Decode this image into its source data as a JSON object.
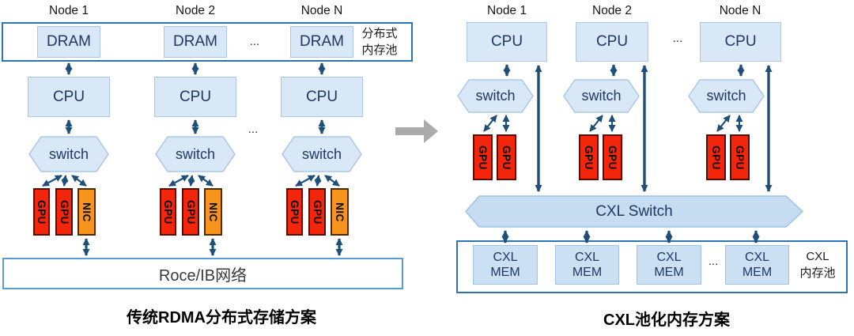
{
  "left": {
    "caption": "传统RDMA分布式存储方案",
    "node_labels": [
      "Node 1",
      "Node 2",
      "Node N"
    ],
    "ellipsis": "...",
    "pool": {
      "line1": "分布式",
      "line2": "内存池"
    },
    "dram_label": "DRAM",
    "cpu_label": "CPU",
    "switch_label": "switch",
    "gpu_label": "GPU",
    "nic_label": "NIC",
    "network_label": "Roce/IB网络"
  },
  "right": {
    "caption": "CXL池化内存方案",
    "node_labels": [
      "Node 1",
      "Node 2",
      "Node N"
    ],
    "ellipsis": "...",
    "cpu_label": "CPU",
    "switch_label": "switch",
    "gpu_label": "GPU",
    "cxl_switch_label": "CXL Switch",
    "cxl_mem": {
      "line1": "CXL",
      "line2": "MEM"
    },
    "pool": {
      "line1": "CXL",
      "line2": "内存池"
    }
  },
  "colors": {
    "box_fill": "#D9E8F7",
    "box_border": "#A9C7E7",
    "arrow": "#1F4E79",
    "container_border": "#2E74B5",
    "network_border": "#5B9BD5",
    "gpu_fill": "#F3260B",
    "nic_fill": "#F7941E",
    "cxl_switch_fill": "#C6DCF1",
    "text_navy": "#1F3864",
    "transition_arrow": "#ABABAB"
  }
}
